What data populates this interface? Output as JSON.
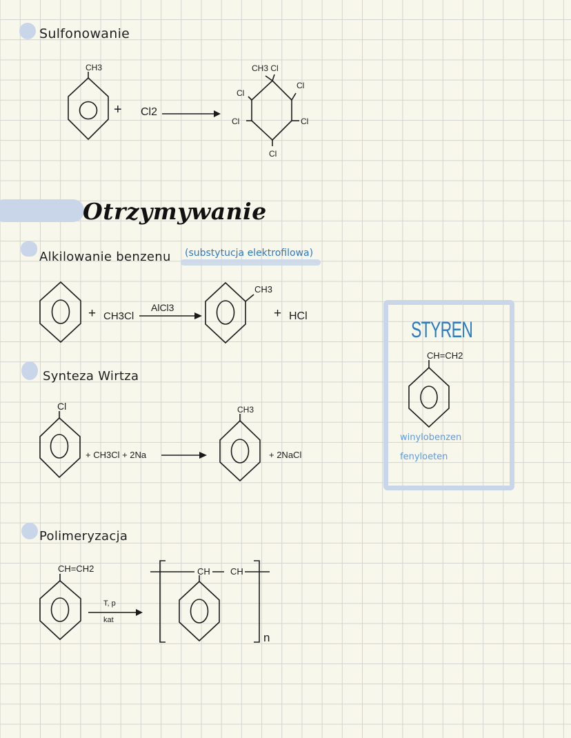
{
  "sections": {
    "sulfonation": {
      "heading": "Sulfonowanie",
      "reactant_substituent": "CH3",
      "plus": "+",
      "reagent": "Cl2",
      "product_labels": {
        "top": "CH3 Cl",
        "upper_left": "Cl",
        "upper_right": "Cl",
        "lower_left": "Cl",
        "lower_right": "Cl",
        "bottom": "Cl"
      }
    },
    "obtaining": {
      "title": "Otrzymywanie"
    },
    "alkylation": {
      "heading": "Alkilowanie benzenu",
      "note": "(substytucja elektrofilowa)",
      "plus1": "+",
      "reagent": "CH3Cl",
      "catalyst": "AlCl3",
      "product_substituent": "CH3",
      "plus2": "+",
      "byproduct": "HCl"
    },
    "wurtz": {
      "heading": "Synteza Wirtza",
      "reactant_substituent": "Cl",
      "reagents": "+ CH3Cl + 2Na",
      "product_substituent": "CH3",
      "byproduct": "+ 2NaCl"
    },
    "polymerization": {
      "heading": "Polimeryzacja",
      "monomer_substituent": "CH=CH2",
      "condition_top": "T, p",
      "condition_bottom": "kat",
      "chain_ch1": "CH",
      "chain_ch2": "CH",
      "repeat": "n"
    }
  },
  "sidebar_box": {
    "title": "STYREN",
    "substituent": "CH=CH2",
    "alt_names": [
      "winylobenzen",
      "fenyloeten"
    ],
    "border_color": "#c9d6ea",
    "title_color": "#2d7bc0"
  },
  "colors": {
    "paper": "#f8f7ec",
    "grid": "#d4d4cf",
    "highlight": "#c9d6ea",
    "ink": "#1a1a1a",
    "note_blue": "#2d78c4"
  }
}
